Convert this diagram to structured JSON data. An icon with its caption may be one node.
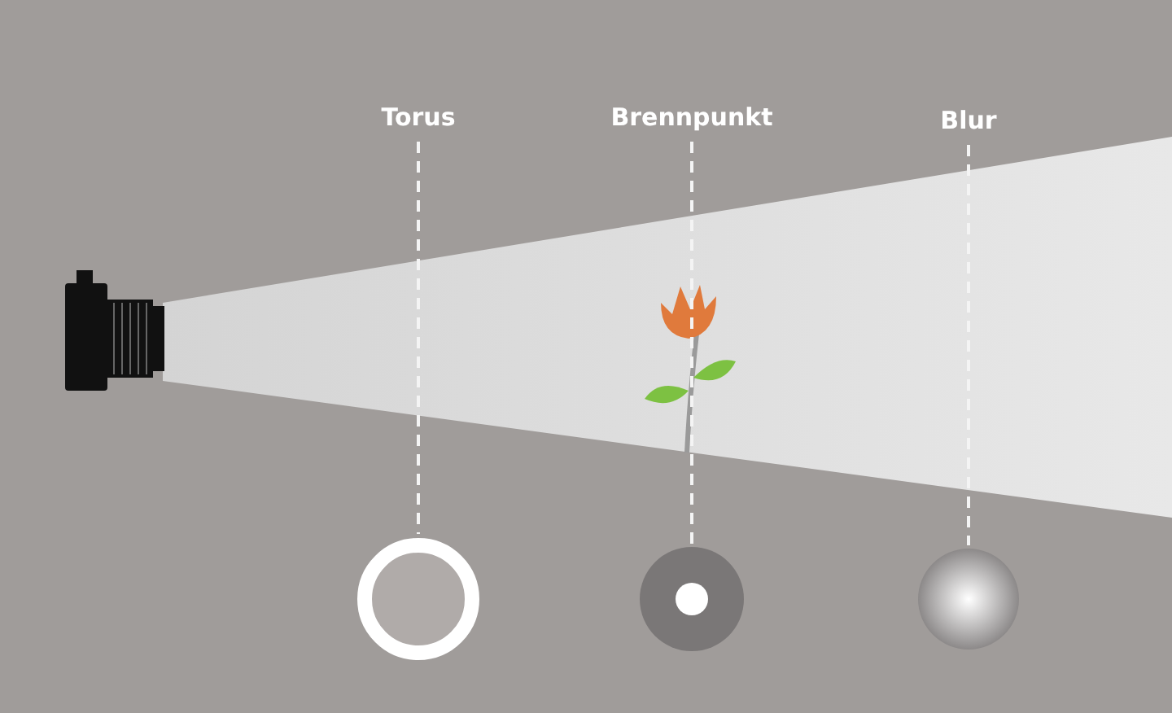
{
  "diagram": {
    "nodes": [
      {
        "text": [
          "Torus"
        ]
      },
      {
        "text": [
          "Brennpunkt"
        ]
      },
      {
        "text": [
          "Blur"
        ]
      },
      {
        "text": [],
        "shape": "circle"
      },
      {
        "text": [],
        "shape": "circle"
      },
      {
        "text": [],
        "shape": "circle"
      }
    ],
    "edges": [
      {
        "from": 0,
        "to": 3,
        "arrow": "none",
        "style": "dashed"
      },
      {
        "from": 1,
        "to": 4,
        "arrow": "none",
        "style": "dashed"
      },
      {
        "from": 2,
        "to": 5,
        "arrow": "none",
        "style": "dashed"
      }
    ]
  }
}
